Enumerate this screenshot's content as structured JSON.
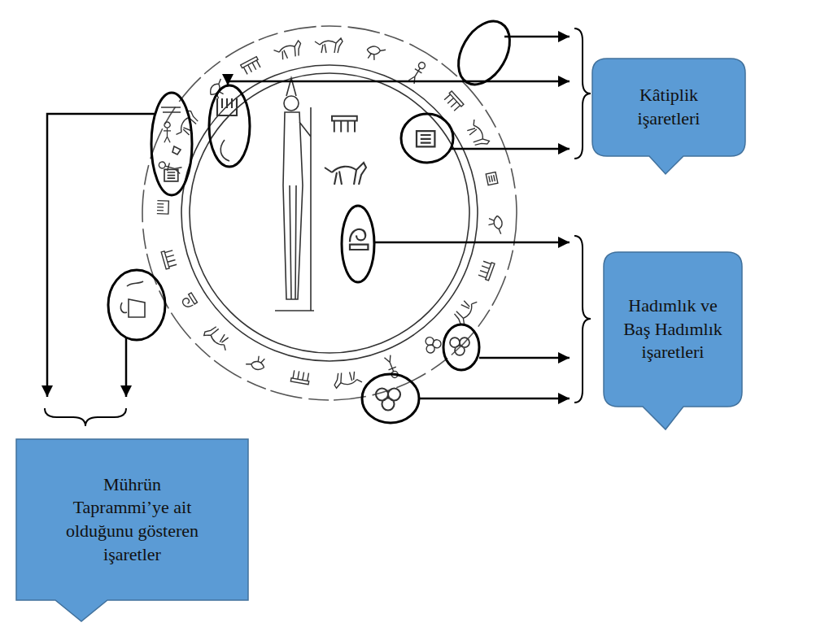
{
  "diagram": {
    "nodes": [
      {
        "text": [
          "Kâtiplik işaretleri"
        ]
      },
      {
        "text": [
          "Hadımlık ve Baş Hadımlık işaretleri"
        ]
      },
      {
        "text": [
          "Mührün Taprammi’ye ait olduğunu gösteren işaretler"
        ]
      }
    ]
  }
}
